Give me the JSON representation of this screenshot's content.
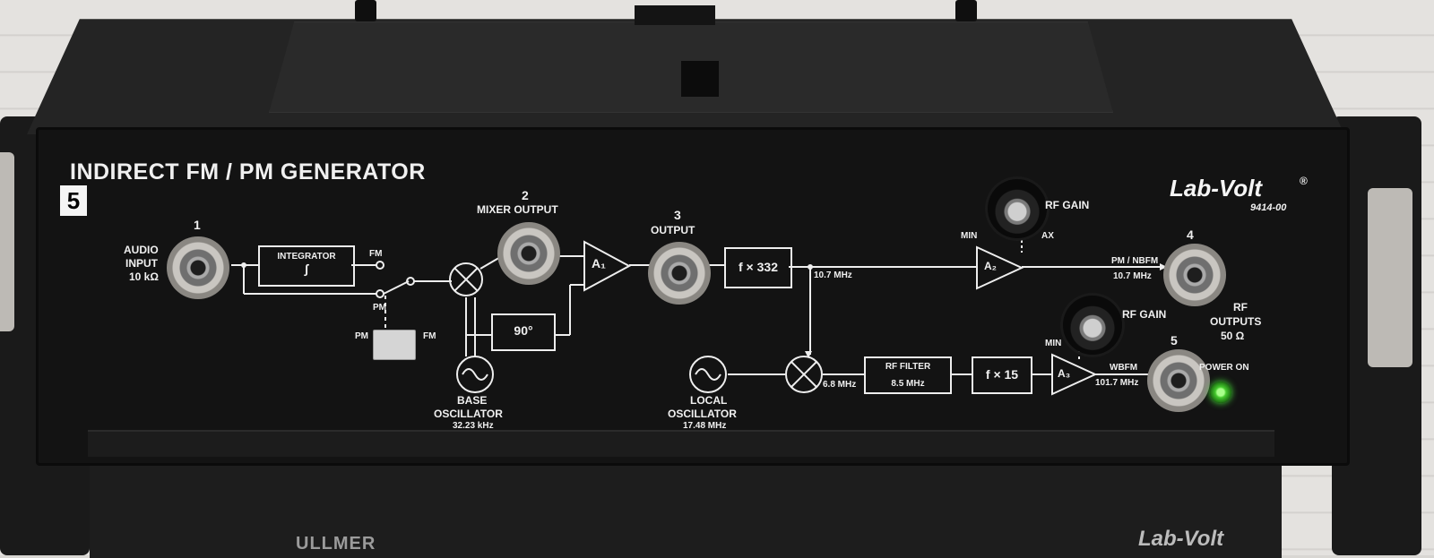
{
  "panel": {
    "title": "INDIRECT FM / PM GENERATOR",
    "module_number": "5",
    "brand": "Lab-Volt",
    "brand_mark": "®",
    "model": "9414-00"
  },
  "labels": {
    "audio_input_num": "1",
    "audio_input": "AUDIO",
    "audio_input2": "INPUT",
    "audio_input_imp": "10 kΩ",
    "integrator": "INTEGRATOR",
    "integral_symbol": "∫",
    "fm": "FM",
    "pm": "PM",
    "switch_pm": "PM",
    "switch_fm": "FM",
    "mixer_num": "2",
    "mixer_output": "MIXER OUTPUT",
    "a1": "A₁",
    "phase": "90°",
    "output_num": "3",
    "output": "OUTPUT",
    "multiplier1": "f × 332",
    "freq_107": "10.7 MHz",
    "base_osc1": "BASE",
    "base_osc2": "OSCILLATOR",
    "base_osc_freq": "32.23 kHz",
    "local_osc1": "LOCAL",
    "local_osc2": "OSCILLATOR",
    "local_osc_freq": "17.48 MHz",
    "freq_68": "6.8 MHz",
    "rf_filter": "RF FILTER",
    "rf_filter_freq": "8.5 MHz",
    "multiplier2": "f × 15",
    "a2": "A₂",
    "a3": "A₃",
    "rf_gain1": "RF GAIN",
    "rf_gain2": "RF GAIN",
    "min1": "MIN",
    "max1": "AX",
    "min2": "MIN",
    "out4_num": "4",
    "pm_nbfm": "PM / NBFM",
    "pm_nbfm_freq": "10.7 MHz",
    "out5_num": "5",
    "wbfm": "WBFM",
    "wbfm_freq": "101.7 MHz",
    "rf_outputs1": "RF",
    "rf_outputs2": "OUTPUTS",
    "rf_outputs3": "50 Ω",
    "power_on": "POWER ON"
  },
  "lower_unit": {
    "brand": "Lab-Volt",
    "label": "ULLMER"
  }
}
